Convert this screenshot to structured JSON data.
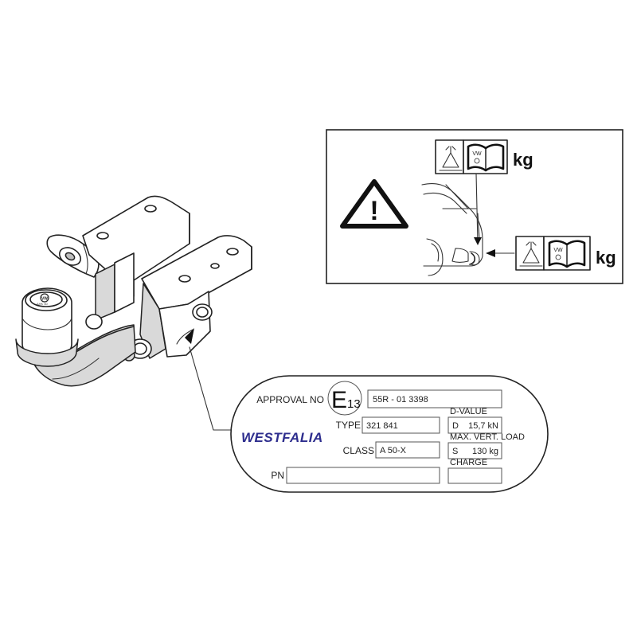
{
  "inset": {
    "upper_weight_unit": "kg",
    "lower_weight_unit": "kg",
    "upper_manual_badge": "VW",
    "lower_manual_badge": "VW",
    "warning_symbol": "!"
  },
  "plate": {
    "approval_label": "APPROVAL NO",
    "approval_mark_letter": "E",
    "approval_mark_number": "13",
    "approval_value": "55R - 01 3398",
    "brand": "WESTFALIA",
    "brand_color": "#2e2e8e",
    "type_label": "TYPE",
    "type_value": "321 841",
    "class_label": "CLASS",
    "class_value": "A 50-X",
    "pn_label": "PN",
    "pn_value": "",
    "dvalue_label": "D-VALUE",
    "dvalue_prefix": "D",
    "dvalue_value": "15,7 kN",
    "load_label": "MAX. VERT. LOAD",
    "load_prefix": "S",
    "load_value": "130 kg",
    "charge_label": "CHARGE",
    "charge_value": ""
  },
  "towbar": {
    "ball_cap_badge": "VW",
    "ball_cap_text": "AHK 50"
  }
}
